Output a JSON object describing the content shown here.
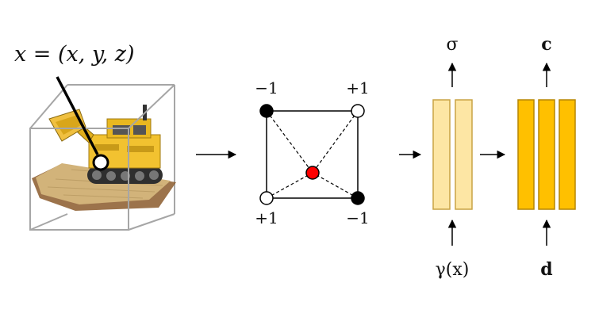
{
  "input_point": {
    "label": "x = (x, y, z)"
  },
  "grid_cell": {
    "corner_labels": {
      "top_left": "−1",
      "top_right": "+1",
      "bottom_left": "+1",
      "bottom_right": "−1"
    }
  },
  "mlp_density": {
    "output_label": "σ",
    "input_label": "γ(x)"
  },
  "mlp_color": {
    "output_label": "c",
    "input_label": "d"
  },
  "colors": {
    "light_layer_fill": "#fde6a4",
    "light_layer_stroke": "#c9a445",
    "dark_layer_fill": "#ffc000",
    "dark_layer_stroke": "#b58500",
    "center_point": "#ff0000",
    "negative_corner": "#000000",
    "positive_corner": "#ffffff",
    "cube_edge": "#a6a6a6",
    "arrow": "#000000"
  }
}
